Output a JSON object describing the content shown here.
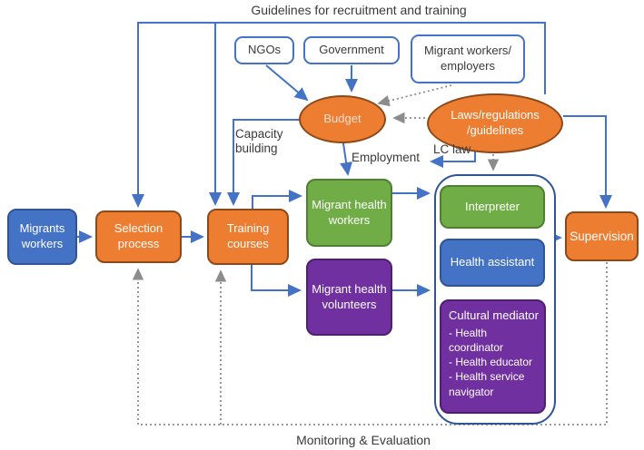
{
  "diagram": {
    "title": "Guidelines for recruitment and training",
    "footer": "Monitoring & Evaluation",
    "colors": {
      "blue": "#4472C4",
      "orange": "#ED7D31",
      "green": "#70AD47",
      "purple": "#7030A0",
      "arrow_blue": "#4472C4",
      "dotted_gray": "#8C8C8C"
    },
    "nodes": {
      "ngos": "NGOs",
      "government": "Government",
      "migrant_workers_employers": "Migrant workers/ employers",
      "budget": "Budget",
      "laws": "Laws/regulations /guidelines",
      "migrants_workers": "Migrants workers",
      "selection_process": "Selection process",
      "training_courses": "Training courses",
      "migrant_health_workers": "Migrant health workers",
      "migrant_health_volunteers": "Migrant health volunteers",
      "interpreter": "Interpreter",
      "health_assistant": "Health assistant",
      "cultural_mediator": {
        "title": "Cultural mediator",
        "items": [
          "- Health coordinator",
          "- Health educator",
          "- Health service navigator"
        ]
      },
      "supervision": "Supervision"
    },
    "edge_labels": {
      "capacity_building": "Capacity building",
      "employment": "Employment",
      "lc_law": "LC law"
    }
  }
}
